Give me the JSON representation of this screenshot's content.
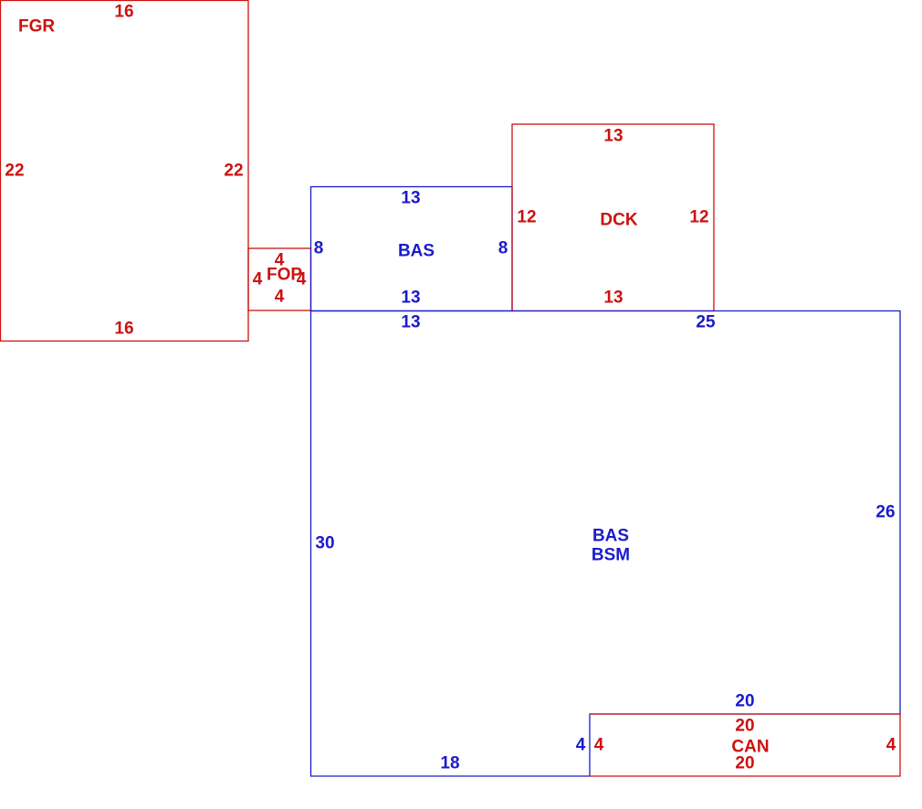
{
  "colors": {
    "red": "#cc1111",
    "blue": "#1a1acc"
  },
  "areas": {
    "fgr": {
      "name": "FGR",
      "top": "16",
      "bottom": "16",
      "left": "22",
      "right": "22"
    },
    "fop": {
      "name": "FOP",
      "top": "4",
      "bottom": "4",
      "left": "4",
      "right": "4"
    },
    "bas_upper": {
      "name": "BAS",
      "top": "13",
      "bottom": "13",
      "left": "8",
      "right": "8"
    },
    "dck": {
      "name": "DCK",
      "top": "13",
      "bottom": "13",
      "left": "12",
      "right": "12"
    },
    "bas_main": {
      "name1": "BAS",
      "name2": "BSM",
      "top_left": "13",
      "top_right": "25",
      "left": "30",
      "right": "26",
      "bottom": "18",
      "notch_top": "20",
      "notch_side": "4"
    },
    "can": {
      "name": "CAN",
      "top": "20",
      "bottom": "20",
      "left": "4",
      "right": "4"
    }
  }
}
